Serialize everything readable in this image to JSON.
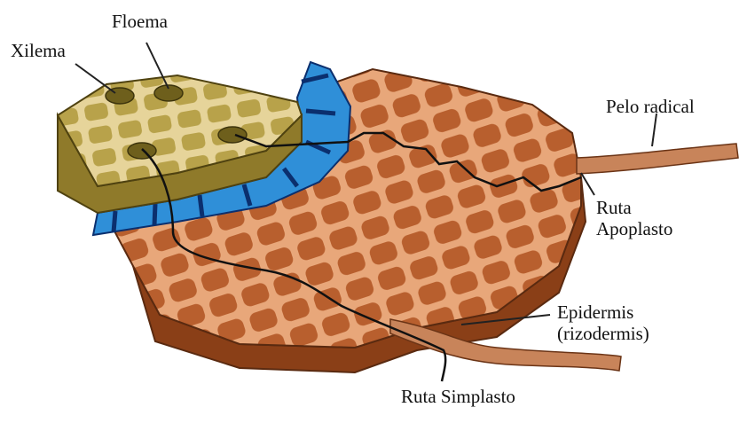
{
  "labels": {
    "floema": "Floema",
    "xilema": "Xilema",
    "pelo_radical": "Pelo radical",
    "ruta_apoplasto_1": "Ruta",
    "ruta_apoplasto_2": "Apoplasto",
    "epidermis_1": "Epidermis",
    "epidermis_2": "(rizodermis)",
    "ruta_simplasto": "Ruta Simplasto"
  },
  "colors": {
    "cortex_cell": "#b85f2e",
    "cortex_wall": "#e8a77a",
    "cortex_side": "#8a3f17",
    "cortex_outline": "#5a2a10",
    "stele_cell": "#b8a24a",
    "stele_wall": "#e6d49a",
    "stele_side": "#8f7a2a",
    "endodermis": "#2f8fd8",
    "endodermis_band": "#0b2f6e",
    "path_line": "#111111"
  }
}
